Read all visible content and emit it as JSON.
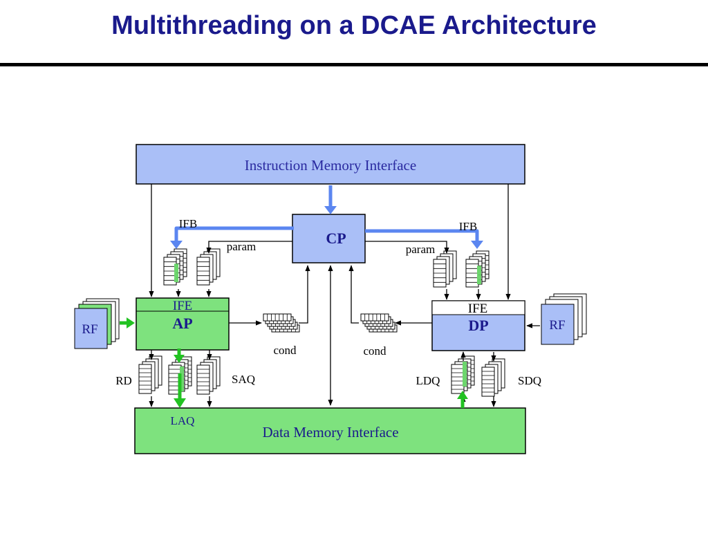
{
  "title": "Multithreading on a DCAE Architecture",
  "colors": {
    "title": "#1a1a8c",
    "blue_box": "#aabff7",
    "green_box": "#7ee27e",
    "blue_arrow": "#5b86f0",
    "green_arrow": "#22c222",
    "queue_fill": "#6dd66d"
  },
  "diagram": {
    "instruction_memory_interface": "Instruction Memory Interface",
    "data_memory_interface": "Data Memory Interface",
    "cp": "CP",
    "ap": "AP",
    "dp": "DP",
    "ap_ife": "IFE",
    "dp_ife": "IFE",
    "left_rf": "RF",
    "right_rf": "RF",
    "left_ifb": "IFB",
    "right_ifb": "IFB",
    "left_param": "param",
    "right_param": "param",
    "left_cond": "cond",
    "right_cond": "cond",
    "rd": "RD",
    "laq": "LAQ",
    "saq": "SAQ",
    "ldq": "LDQ",
    "sdq": "SDQ"
  }
}
